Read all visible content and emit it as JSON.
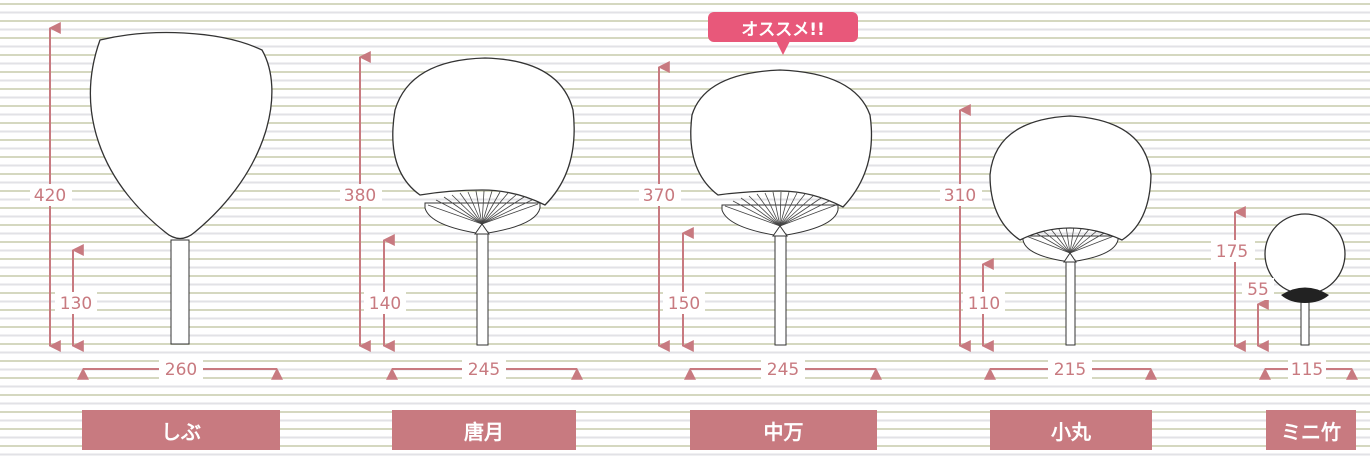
{
  "badge": {
    "text": "オススメ!!"
  },
  "fans": [
    {
      "name": "しぶ",
      "total_height": "420",
      "handle_height": "130",
      "width": "260"
    },
    {
      "name": "唐月",
      "total_height": "380",
      "handle_height": "140",
      "width": "245"
    },
    {
      "name": "中万",
      "total_height": "370",
      "handle_height": "150",
      "width": "245"
    },
    {
      "name": "小丸",
      "total_height": "310",
      "handle_height": "110",
      "width": "215"
    },
    {
      "name": "ミニ竹",
      "total_height": "175",
      "handle_height": "55",
      "width": "115"
    }
  ],
  "colors": {
    "accent": "#c87a80",
    "badge": "#e8587a",
    "stripe_a": "#d5d8c0",
    "stripe_b": "#e2e2e6"
  }
}
